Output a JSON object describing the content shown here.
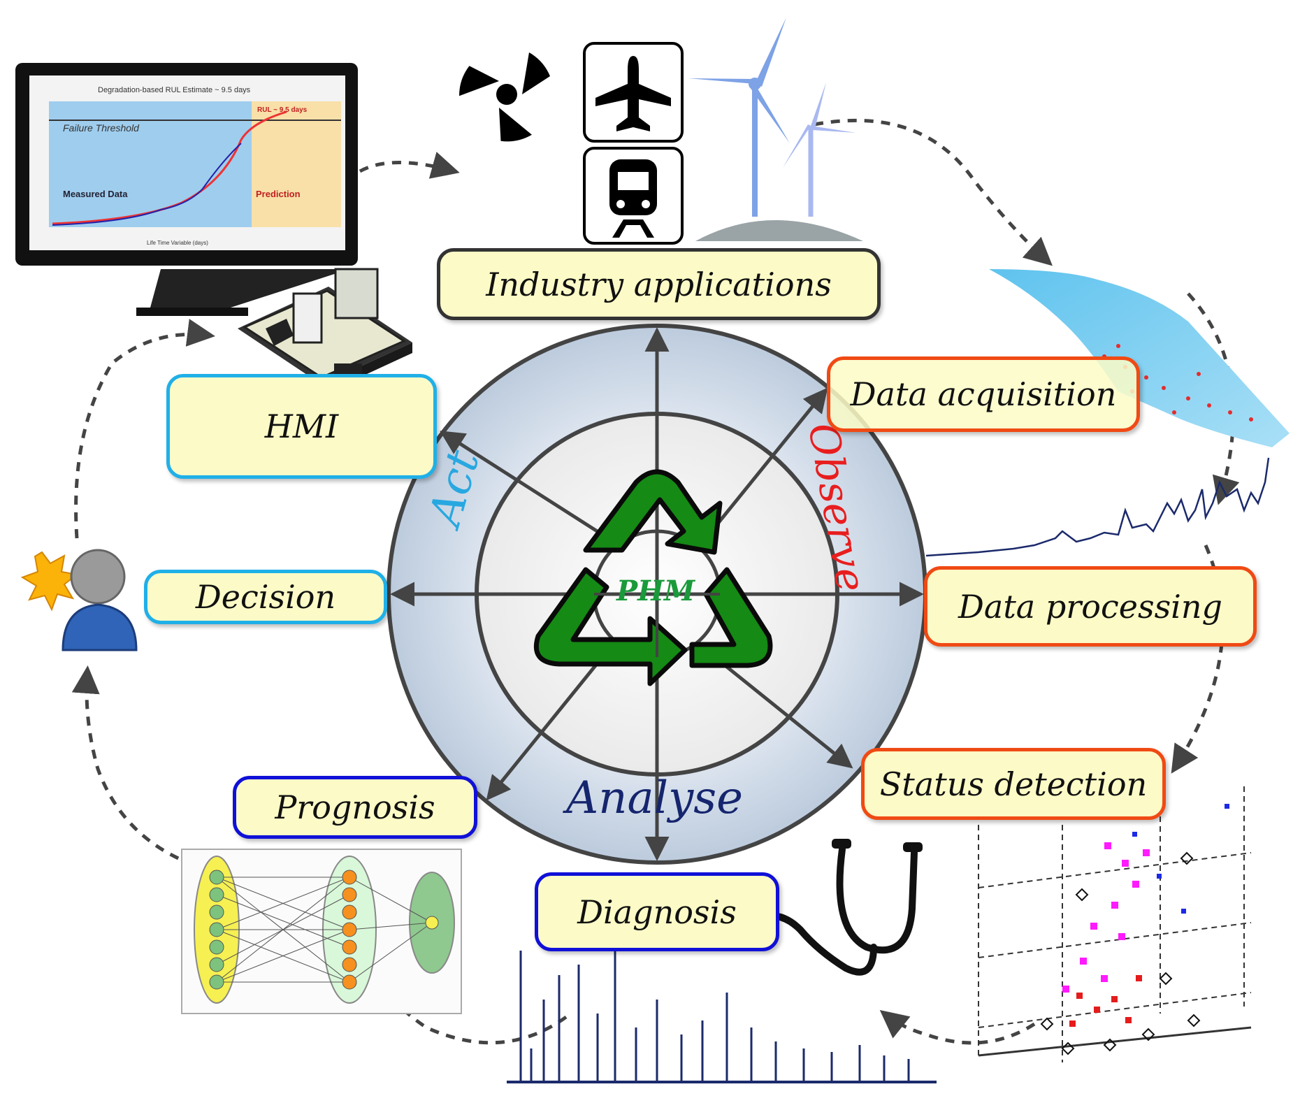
{
  "center_label": "PHM",
  "ring_words": {
    "act": "Act",
    "observe": "Observe",
    "analyse": "Analyse"
  },
  "boxes": {
    "industry": "Industry applications",
    "data_acquisition": "Data acquisition",
    "data_processing": "Data processing",
    "status_detection": "Status detection",
    "diagnosis": "Diagnosis",
    "prognosis": "Prognosis",
    "decision": "Decision",
    "hmi": "HMI"
  },
  "monitor_chart": {
    "title": "Degradation-based RUL Estimate ~ 9.5 days",
    "threshold_label": "Failure Threshold",
    "measured_label": "Measured Data",
    "prediction_label": "Prediction",
    "rul_label": "RUL ~ 9.5 days",
    "xlabel": "Life Time Variable (days)"
  },
  "colors": {
    "act": "#28a8e0",
    "observe": "#e81e1e",
    "analyse": "#15256e",
    "phm": "#1a9a3a",
    "cycle_green": "#158a15",
    "box_fill": "#fcfbc7",
    "border_cyan": "#20b0e8",
    "border_red": "#f04a14",
    "border_blue": "#1010d8",
    "border_dark": "#333333"
  },
  "icons": [
    "radiation-icon",
    "airplane-icon",
    "train-icon",
    "wind-turbine-icon",
    "monitor-icon",
    "control-desk-icon",
    "user-alert-icon",
    "stethoscope-icon",
    "recycle-icon"
  ]
}
